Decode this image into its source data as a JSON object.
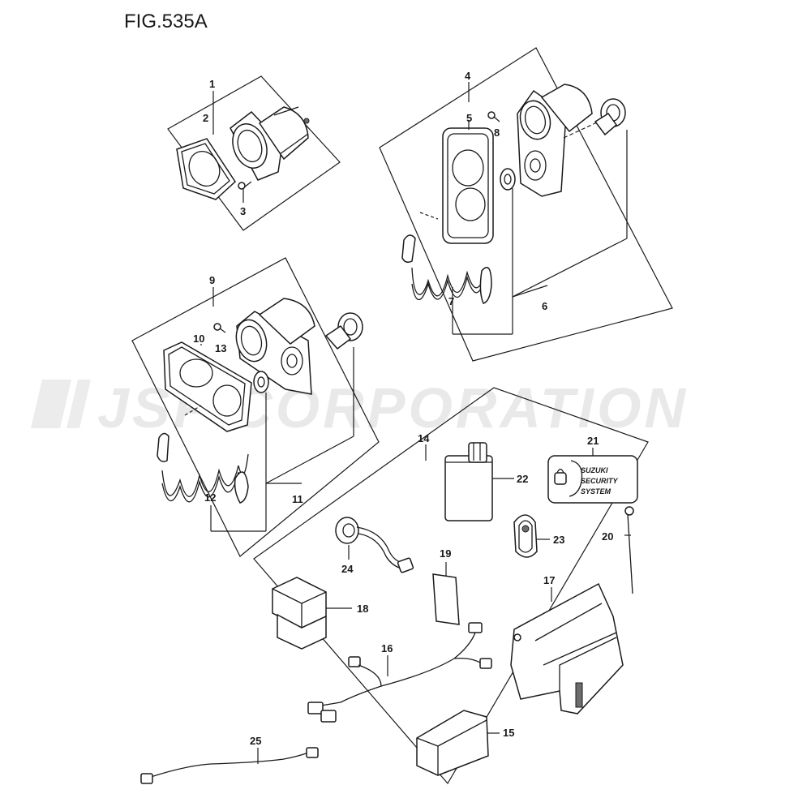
{
  "figure_title": "FIG.535A",
  "watermark": "JSP CORPORATION",
  "parts": {
    "p1": "1",
    "p2": "2",
    "p3": "3",
    "p4": "4",
    "p5": "5",
    "p6": "6",
    "p7": "7",
    "p8": "8",
    "p9": "9",
    "p10": "10",
    "p11": "11",
    "p12": "12",
    "p13": "13",
    "p14": "14",
    "p15": "15",
    "p16": "16",
    "p17": "17",
    "p18": "18",
    "p19": "19",
    "p20": "20",
    "p21": "21",
    "p22": "22",
    "p23": "23",
    "p24": "24",
    "p25": "25"
  },
  "security_label": {
    "line1": "SUZUKI",
    "line2": "SECURITY",
    "line3": "SYSTEM"
  }
}
